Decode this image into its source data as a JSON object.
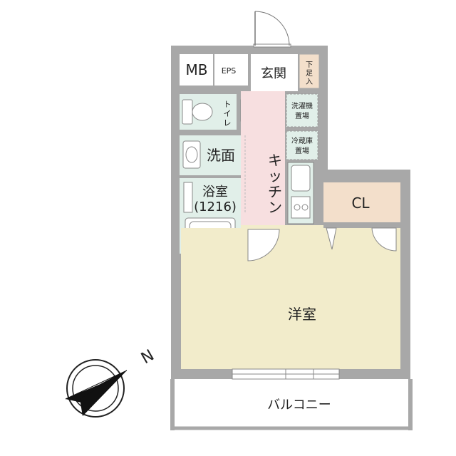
{
  "rooms": {
    "mb": "MB",
    "eps": "EPS",
    "genkan": "玄関",
    "geta": "下足入",
    "toilet": "トイレ",
    "washer": "洗濯機置場",
    "fridge": "冷蔵庫置場",
    "senmen": "洗面",
    "kitchen": "キッチン",
    "yokushitsu": "浴室",
    "yokushitsu_size": "(1216)",
    "closet": "CL",
    "yoshitsu": "洋室",
    "balcony": "バルコニー"
  },
  "compass": {
    "label": "N",
    "direction": "north-east"
  },
  "colors": {
    "wall": "#a8a8a8",
    "western_room": "#f2eccb",
    "kitchen": "#f7dfe0",
    "wet_area": "#e1efe9",
    "closet": "#f3dfcb",
    "balcony": "#ffffff"
  }
}
